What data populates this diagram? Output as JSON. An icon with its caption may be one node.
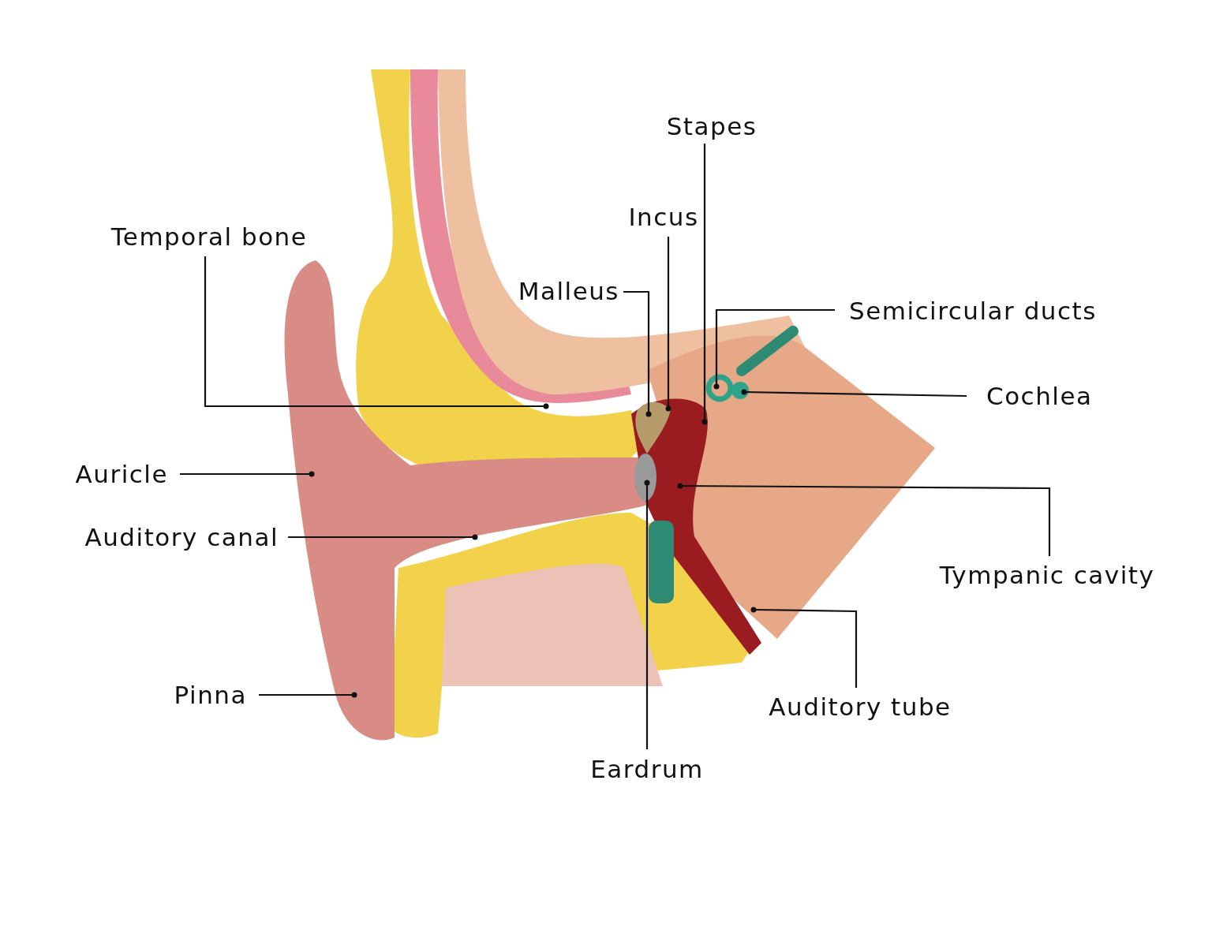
{
  "diagram": {
    "nodes": [
      {
        "text": [
          "Stapes"
        ]
      },
      {
        "text": [
          "Incus"
        ]
      },
      {
        "text": [
          "Temporal bone"
        ]
      },
      {
        "text": [
          "Malleus"
        ]
      },
      {
        "text": [
          "Semicircular ducts"
        ]
      },
      {
        "text": [
          "Cochlea"
        ]
      },
      {
        "text": [
          "Auricle"
        ]
      },
      {
        "text": [
          "Auditory canal"
        ]
      },
      {
        "text": [
          "Tympanic cavity"
        ]
      },
      {
        "text": [
          "Pinna"
        ]
      },
      {
        "text": [
          "Auditory tube"
        ]
      },
      {
        "text": [
          "Eardrum"
        ]
      }
    ],
    "edges": [
      {
        "from": 0,
        "to": null,
        "arrow": "other"
      },
      {
        "from": 1,
        "to": null,
        "arrow": "other"
      },
      {
        "from": 2,
        "to": null,
        "arrow": "other"
      },
      {
        "from": 3,
        "to": null,
        "arrow": "other"
      },
      {
        "from": 4,
        "to": null,
        "arrow": "other"
      },
      {
        "from": 5,
        "to": null,
        "arrow": "other"
      },
      {
        "from": 6,
        "to": null,
        "arrow": "other"
      },
      {
        "from": 7,
        "to": null,
        "arrow": "other"
      },
      {
        "from": 8,
        "to": null,
        "arrow": "other"
      },
      {
        "from": 9,
        "to": null,
        "arrow": "other"
      },
      {
        "from": 10,
        "to": null,
        "arrow": "other"
      },
      {
        "from": 11,
        "to": null,
        "arrow": "other"
      }
    ]
  }
}
